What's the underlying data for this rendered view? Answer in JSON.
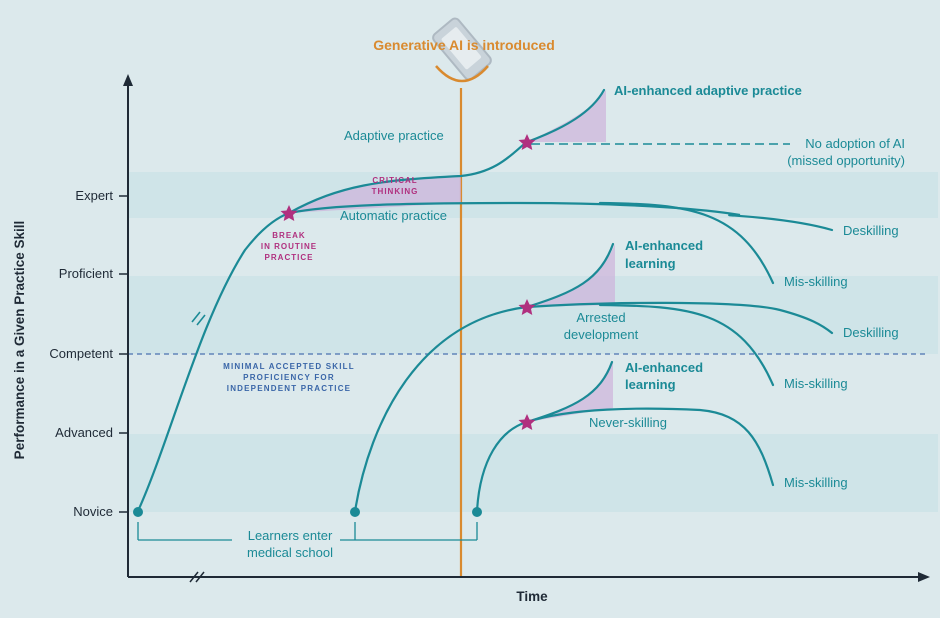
{
  "header": {
    "ai_event": "Generative AI is introduced"
  },
  "axes": {
    "y_title": "Performance in a Given Practice Skill",
    "x_title": "Time",
    "y_levels": [
      "Expert",
      "Proficient",
      "Competent",
      "Advanced",
      "Novice"
    ]
  },
  "annotations": {
    "adaptive_practice": "Adaptive practice",
    "automatic_practice": "Automatic practice",
    "critical_thinking_1": "CRITICAL",
    "critical_thinking_2": "THINKING",
    "break_1": "BREAK",
    "break_2": "IN ROUTINE",
    "break_3": "PRACTICE",
    "ai_adaptive": "AI-enhanced adaptive practice",
    "no_adoption_1": "No adoption of AI",
    "no_adoption_2": "(missed opportunity)",
    "deskilling_top": "Deskilling",
    "misskilling_top": "Mis-skilling",
    "ai_learning_mid_1": "AI-enhanced",
    "ai_learning_mid_2": "learning",
    "arrested_1": "Arrested",
    "arrested_2": "development",
    "deskilling_mid": "Deskilling",
    "misskilling_mid": "Mis-skilling",
    "min_skill_1": "MINIMAL ACCEPTED SKILL",
    "min_skill_2": "PROFICIENCY FOR",
    "min_skill_3": "INDEPENDENT PRACTICE",
    "ai_learning_low_1": "AI-enhanced",
    "ai_learning_low_2": "learning",
    "never_skilling": "Never-skilling",
    "misskilling_low": "Mis-skilling",
    "learners_1": "Learners enter",
    "learners_2": "medical school"
  },
  "colors": {
    "background": "#dce9ec",
    "band": "#cfe4e8",
    "curve": "#1b8a96",
    "star": "#b0307f",
    "ai_line": "#d98a2f",
    "competent_line": "#4a72b0",
    "axis": "#1f2a36"
  }
}
